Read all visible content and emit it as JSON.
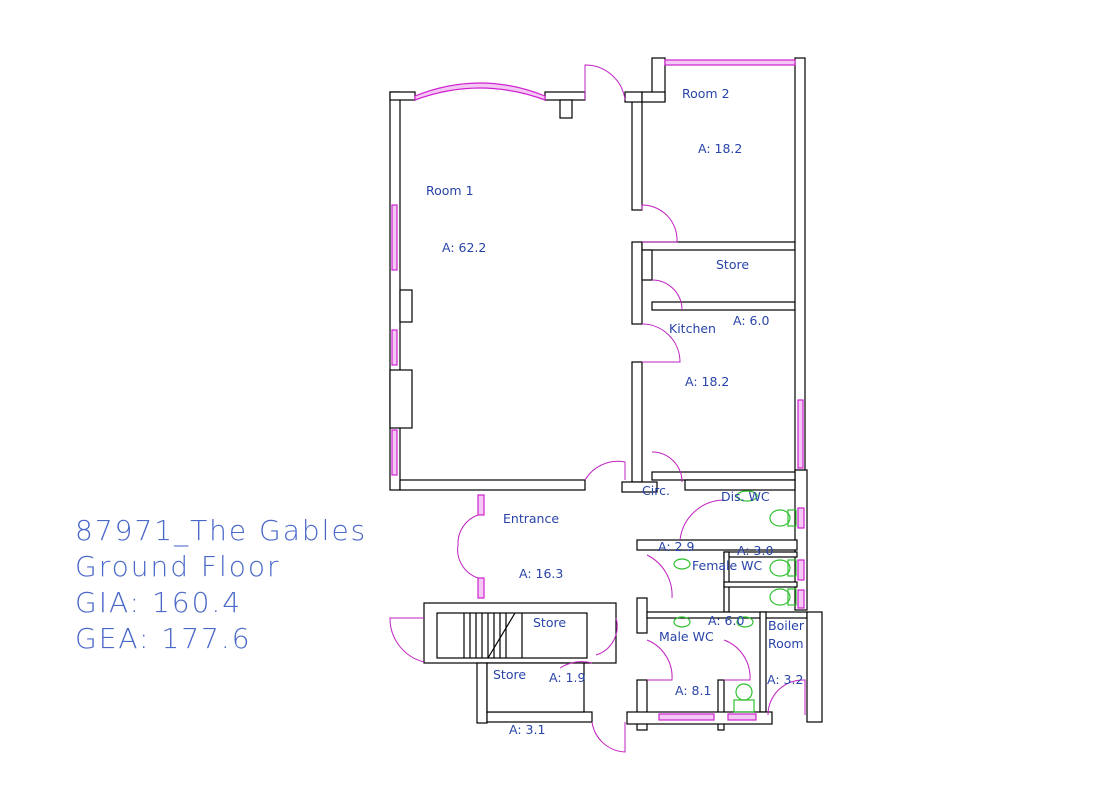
{
  "title": {
    "line1": "87971_The Gables",
    "line2": "Ground Floor",
    "line3": "GIA: 160.4",
    "line4": "GEA: 177.6"
  },
  "rooms": [
    {
      "name": "Room 1",
      "area": "A: 62.2"
    },
    {
      "name": "Room 2",
      "area": "A: 18.2"
    },
    {
      "name": "Store",
      "area": "A: 6.0"
    },
    {
      "name": "Kitchen",
      "area": "A: 18.2"
    },
    {
      "name": "Circ.",
      "area": "A: 2.9"
    },
    {
      "name": "Dis. WC",
      "area": "A: 3.0"
    },
    {
      "name": "Female WC",
      "area": "A: 6.0"
    },
    {
      "name": "Male WC",
      "area": "A: 8.1"
    },
    {
      "name": "Boiler Room",
      "area": "A: 3.2"
    },
    {
      "name": "Entrance",
      "area": "A: 16.3"
    },
    {
      "name": "Store",
      "area": "A: 1.9"
    },
    {
      "name": "Store",
      "area": "A: 3.1"
    }
  ],
  "colors": {
    "walls": "#000000",
    "windows": "#d020d0",
    "labels": "#2844a8",
    "fixtures": "#30c030"
  }
}
